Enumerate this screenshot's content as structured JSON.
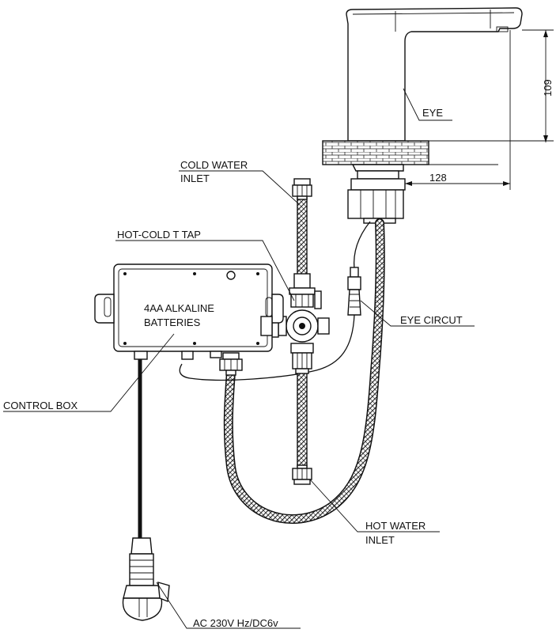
{
  "labels": {
    "eye": "EYE",
    "dim_height": "109",
    "dim_reach": "128",
    "cold_water_line1": "COLD WATER",
    "cold_water_line2": "INLET",
    "t_tap": "HOT-COLD T TAP",
    "batteries_line1": "4AA ALKALINE",
    "batteries_line2": "BATTERIES",
    "eye_circuit": "EYE CIRCUT",
    "control_box": "CONTROL BOX",
    "hot_water_line1": "HOT WATER",
    "hot_water_line2": "INLET",
    "power": "AC 230V Hz/DC6v"
  },
  "colors": {
    "line": "#111111",
    "background": "#ffffff",
    "braid": "#333333"
  }
}
